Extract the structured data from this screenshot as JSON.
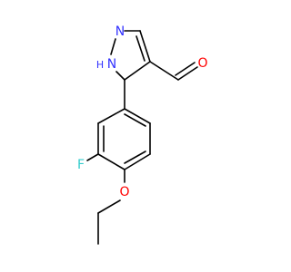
{
  "molecule": {
    "atoms": {
      "n_ring": "N",
      "nh_ring": "N",
      "nh_h": "H",
      "oxygen_aldehyde": "O",
      "fluorine": "F",
      "oxygen_ether": "O"
    },
    "colors": {
      "bond": "#000000",
      "nitrogen": "#3333ff",
      "oxygen": "#ff0000",
      "fluorine": "#33cccc"
    }
  }
}
